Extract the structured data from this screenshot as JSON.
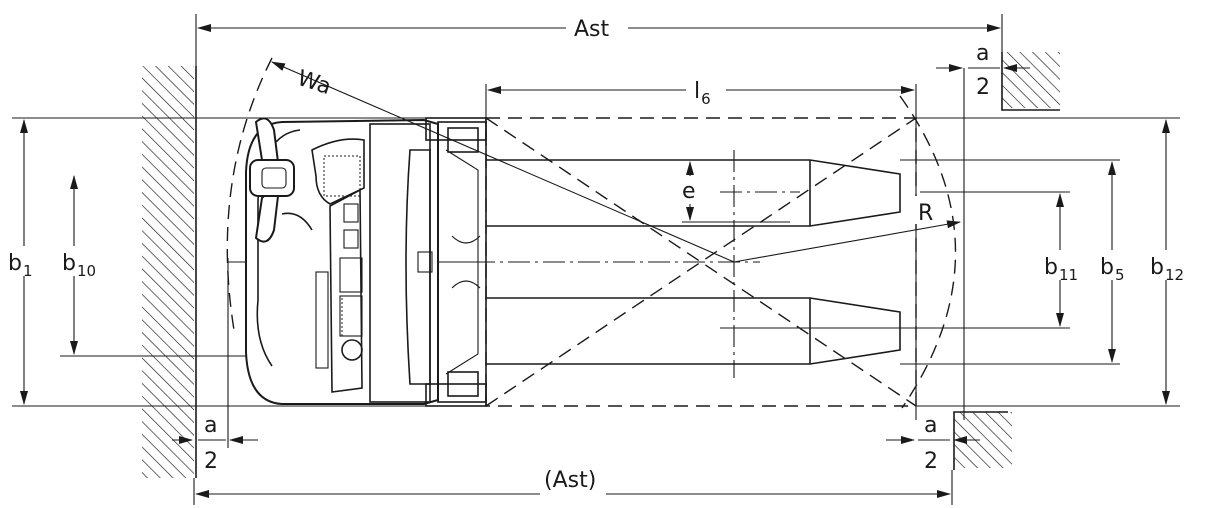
{
  "diagram": {
    "labels": {
      "ast_top": "Ast",
      "ast_bottom": "(Ast)",
      "wa": "Wa",
      "l6_main": "l",
      "l6_sub": "6",
      "e": "e",
      "r": "R",
      "b1_main": "b",
      "b1_sub": "1",
      "b10_main": "b",
      "b10_sub": "10",
      "b11_main": "b",
      "b11_sub": "11",
      "b5_main": "b",
      "b5_sub": "5",
      "b12_main": "b",
      "b12_sub": "12",
      "a_num": "a",
      "a_den": "2"
    }
  }
}
